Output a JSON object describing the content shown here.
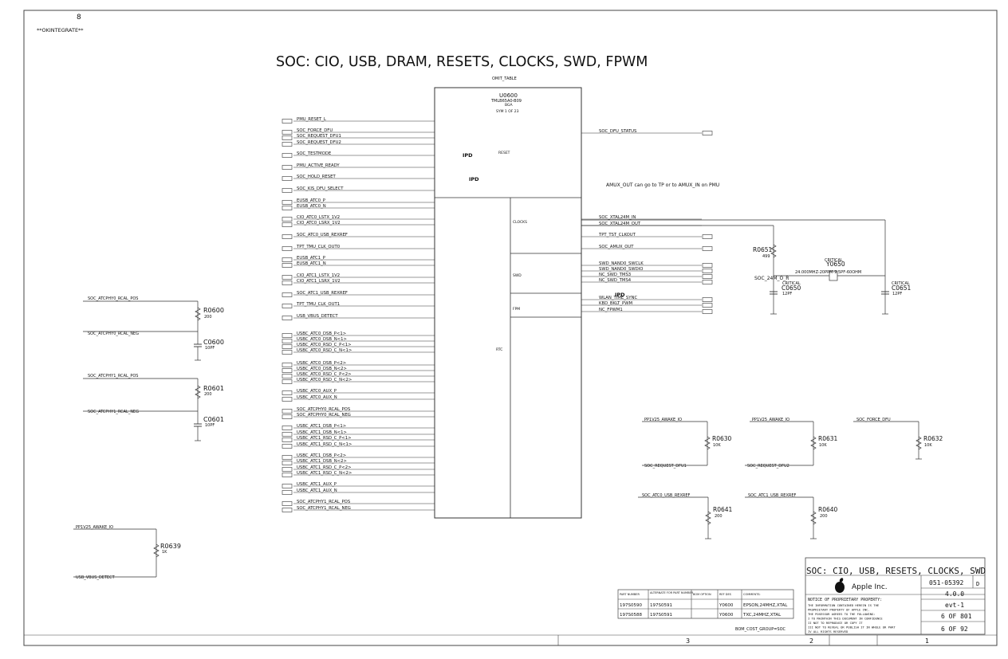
{
  "sheet": {
    "zone_top": "8",
    "tag": "**OKINTEGRATE**",
    "title": "SOC: CIO, USB, DRAM, RESETS, CLOCKS, SWD, FPWM",
    "omit_table": "OMIT_TABLE",
    "note_amux": "AMUX_OUT can go to TP or to AMUX_IN on PMU",
    "ipd": "IPD"
  },
  "soc": {
    "refdes": "U0600",
    "part": "TMLB65A0-B09",
    "pkg": "BGA",
    "sym": "SYM 1 OF 23",
    "sections": [
      "RESET",
      "CLOCKS",
      "SWD",
      "FPM",
      "RTC"
    ]
  },
  "left_nets": [
    "PMU_RESET_L",
    "SOC_FORCE_DFU",
    "SOC_REQUEST_DFU1",
    "SOC_REQUEST_DFU2",
    "SOC_TESTMODE",
    "PMU_ACTIVE_READY",
    "SOC_HOLD_RESET",
    "SOC_KIS_DFU_SELECT",
    "EUSB_ATC0_P",
    "EUSB_ATC0_N",
    "CIO_ATC0_LSTX_1V2",
    "CIO_ATC0_LSRX_1V2",
    "SOC_ATC0_USB_REXREF",
    "TPT_TMU_CLK_OUT0",
    "EUSB_ATC1_P",
    "EUSB_ATC1_N",
    "CIO_ATC1_LSTX_1V2",
    "CIO_ATC1_LSRX_1V2",
    "SOC_ATC1_USB_REXREF",
    "TPT_TMU_CLK_OUT1",
    "USB_VBUS_DETECT",
    "USBC_ATC0_DSB_P<1>",
    "USBC_ATC0_DSB_N<1>",
    "USBC_ATC0_RSD_C_P<1>",
    "USBC_ATC0_RSD_C_N<1>",
    "USBC_ATC0_DSB_P<2>",
    "USBC_ATC0_DSB_N<2>",
    "USBC_ATC0_RSD_C_P<2>",
    "USBC_ATC0_RSD_C_N<2>",
    "USBC_ATC0_AUX_P",
    "USBC_ATC0_AUX_N",
    "SOC_ATCPHY0_RCAL_POS",
    "SOC_ATCPHY0_RCAL_NEG",
    "USBC_ATC1_DSB_P<1>",
    "USBC_ATC1_DSB_N<1>",
    "USBC_ATC1_RSD_C_P<1>",
    "USBC_ATC1_RSD_C_N<1>",
    "USBC_ATC1_DSB_P<2>",
    "USBC_ATC1_DSB_N<2>",
    "USBC_ATC1_RSD_C_P<2>",
    "USBC_ATC1_RSD_C_N<2>",
    "USBC_ATC1_AUX_P",
    "USBC_ATC1_AUX_N",
    "SOC_ATCPHY1_RCAL_POS",
    "SOC_ATCPHY1_RCAL_NEG"
  ],
  "right_nets": [
    "SOC_DFU_STATUS",
    "SOC_XTAL24M_IN",
    "SOC_XTAL24M_OUT",
    "TPT_TST_CLKOUT",
    "SOC_AMUX_OUT",
    "SWD_NAND0_SWCLK",
    "SWD_NAND0_SWDIO",
    "NC_SWD_TMS3",
    "NC_SWD_TMS4",
    "WLAN_TIME_SYNC",
    "KBD_BKLT_PWM",
    "NC_FPWM1"
  ],
  "components": [
    {
      "ref": "R0600",
      "value": "200"
    },
    {
      "ref": "C0600",
      "value": "10PF"
    },
    {
      "ref": "R0601",
      "value": "200"
    },
    {
      "ref": "C0601",
      "value": "10PF"
    },
    {
      "ref": "R0639",
      "value": "1K"
    },
    {
      "ref": "R0651",
      "value": "499"
    },
    {
      "ref": "C0650",
      "value": "12PF"
    },
    {
      "ref": "C0651",
      "value": "12PF"
    },
    {
      "ref": "Y0650",
      "value": "24.000MHZ-20PPM-9.5PF-60OHM"
    },
    {
      "ref": "R0630",
      "value": "10K"
    },
    {
      "ref": "R0631",
      "value": "10K"
    },
    {
      "ref": "R0632",
      "value": "10K"
    },
    {
      "ref": "R0641",
      "value": "200"
    },
    {
      "ref": "R0640",
      "value": "200"
    }
  ],
  "misc_labels": {
    "xtal_net": "SOC_24M_O_R",
    "critical": "CRITICAL",
    "atcphy0_pos": "SOC_ATCPHY0_RCAL_POS",
    "atcphy0_neg": "SOC_ATCPHY0_RCAL_NEG",
    "atcphy1_pos": "SOC_ATCPHY1_RCAL_POS",
    "atcphy1_neg": "SOC_ATCPHY1_RCAL_NEG",
    "pp1v25_1": "PP1V25_AWAKE_IO",
    "pp1v25_2": "PP1V25_AWAKE_IO",
    "force_dfu": "SOC_FORCE_DFU",
    "req_dfu1": "SOC_REQUEST_DFU1",
    "req_dfu2": "SOC_REQUEST_DFU2",
    "atc0_rexref": "SOC_ATC0_USB_REXREF",
    "atc1_rexref": "SOC_ATC1_USB_REXREF",
    "pp1v25_3": "PP1V25_AWAKE_IO",
    "vbus_det": "USB_VBUS_DETECT"
  },
  "bom_table": {
    "headers": [
      "PART NUMBER",
      "ALTERNATE FOR PART NUMBER",
      "BOM OPTION",
      "REF DES",
      "COMMENTS:"
    ],
    "rows": [
      [
        "197S0590",
        "197S0591",
        "",
        "Y0600",
        "EPSON,24MHZ,XTAL"
      ],
      [
        "197S0588",
        "197S0591",
        "",
        "Y0600",
        "TXC,24MHZ,XTAL"
      ]
    ],
    "group": "BOM_COST_GROUP=SOC"
  },
  "title_block": {
    "page_title": "SOC: CIO, USB, RESETS, CLOCKS, SWD",
    "company": "Apple Inc.",
    "drawing_number": "051-05392",
    "size": "D",
    "revision": "4.0.0",
    "branch": "evt-1",
    "page": "6 OF 801",
    "sheet": "6 OF 92",
    "notice_head": "NOTICE OF PROPRIETARY PROPERTY:",
    "notice_lines": [
      "THE INFORMATION CONTAINED HEREIN IS THE",
      "PROPRIETARY PROPERTY OF APPLE INC.",
      "THE POSESSOR AGREES TO THE FOLLOWING:",
      "I TO MAINTAIN THIS DOCUMENT IN CONFIDENCE",
      "II NOT TO REPRODUCE OR COPY IT",
      "III NOT TO REVEAL OR PUBLISH IT IN WHOLE OR PART",
      "IV ALL RIGHTS RESERVED"
    ]
  },
  "zones_bottom": [
    "3",
    "2",
    "1"
  ]
}
